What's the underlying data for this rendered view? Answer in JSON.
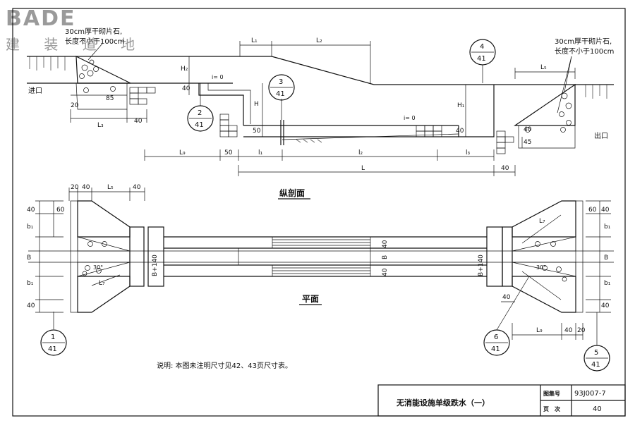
{
  "logo": {
    "brand": "BADE",
    "sub": "建 装 道 地"
  },
  "notes": {
    "stone_left_1": "30cm厚干砌片石,",
    "stone_left_2": "长度不小于100cm",
    "stone_right_1": "30cm厚干砌片石,",
    "stone_right_2": "长度不小于100cm",
    "inlet": "进口",
    "outlet": "出口",
    "slope_1": "i= 0",
    "slope_2": "i= 0",
    "description": "说明: 本图未注明尺寸见42、43页尺寸表。"
  },
  "views": {
    "section": "纵剖面",
    "plan": "平面"
  },
  "callouts": [
    {
      "num": "1",
      "page": "41"
    },
    {
      "num": "2",
      "page": "41"
    },
    {
      "num": "3",
      "page": "41"
    },
    {
      "num": "4",
      "page": "41"
    },
    {
      "num": "5",
      "page": "41"
    },
    {
      "num": "6",
      "page": "41"
    }
  ],
  "dims": {
    "L1": "L₁",
    "L2": "L₂",
    "L3": "L₃",
    "L5": "L₅",
    "L7": "L₇",
    "L9": "L₉",
    "L": "L",
    "l1": "l₁",
    "l2": "l₂",
    "l3": "l₃",
    "H": "H",
    "H1": "H₁",
    "H2": "H₂",
    "B": "B",
    "B140": "B+140",
    "b1": "b₁",
    "d20": "20",
    "d40": "40",
    "d50": "50",
    "d60": "60",
    "d45": "45",
    "d85": "85",
    "deg30": "30°"
  },
  "title_block": {
    "title": "无消能设施单级跌水（一）",
    "atlas_label": "图集号",
    "atlas_value": "93J007-7",
    "page_label": "页　次",
    "page_value": "40"
  }
}
